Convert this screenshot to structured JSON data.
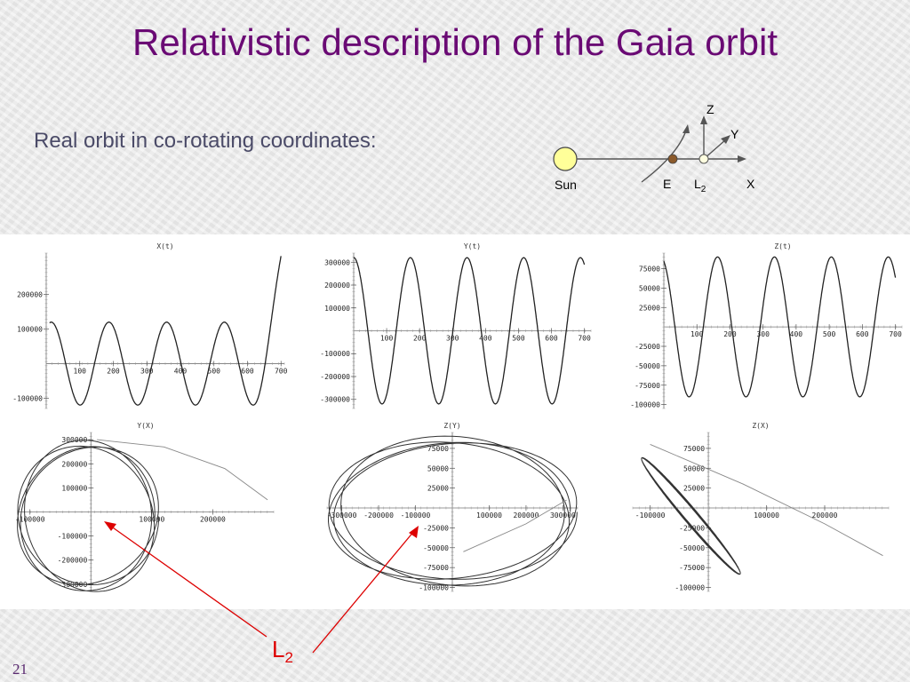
{
  "slide": {
    "title": "Relativistic description of the Gaia orbit",
    "subtitle": "Real orbit in co-rotating coordinates:",
    "page_number": "21"
  },
  "diagram": {
    "sun_label": "Sun",
    "earth_label": "E",
    "l2_label_base": "L",
    "l2_label_sub": "2",
    "x_label": "X",
    "y_label": "Y",
    "z_label": "Z"
  },
  "callout": {
    "label_base": "L",
    "label_sub": "2",
    "color": "#dd0000"
  },
  "colors": {
    "title": "#6a0a74",
    "subtitle": "#4b4b68",
    "sun_fill": "#ffff99"
  },
  "chart_data": [
    {
      "type": "line",
      "title": "X(t)",
      "xlim": [
        0,
        710
      ],
      "ylim": [
        -130000,
        320000
      ],
      "xticks": [
        100,
        200,
        300,
        400,
        500,
        600,
        700
      ],
      "yticks": [
        -100000,
        100000,
        200000
      ],
      "series": [
        {
          "amplitude": 120000,
          "period": 172,
          "phase": -0.55,
          "offset": 0,
          "x_start": 10,
          "x_end": 700
        }
      ]
    },
    {
      "type": "line",
      "title": "Y(t)",
      "xlim": [
        0,
        720
      ],
      "ylim": [
        -340000,
        340000
      ],
      "xticks": [
        100,
        200,
        300,
        400,
        500,
        600,
        700
      ],
      "yticks": [
        -300000,
        -200000,
        -100000,
        100000,
        200000,
        300000
      ],
      "series": [
        {
          "amplitude": 320000,
          "period": 172,
          "phase": 0,
          "offset": 0,
          "x_start": 0,
          "x_end": 700
        }
      ]
    },
    {
      "type": "line",
      "title": "Z(t)",
      "xlim": [
        0,
        720
      ],
      "ylim": [
        -105000,
        95000
      ],
      "xticks": [
        100,
        200,
        300,
        400,
        500,
        600,
        700
      ],
      "yticks": [
        -100000,
        -75000,
        -50000,
        -25000,
        25000,
        50000,
        75000
      ],
      "series": [
        {
          "amplitude": 90000,
          "period": 172,
          "phase": 0.35,
          "offset": 0,
          "x_start": 0,
          "x_end": 700
        }
      ]
    },
    {
      "type": "line",
      "title": "Y(X)",
      "xlim": [
        -120000,
        300000
      ],
      "ylim": [
        -330000,
        330000
      ],
      "xticks": [
        -100000,
        100000,
        200000
      ],
      "yticks": [
        -300000,
        -200000,
        -100000,
        100000,
        200000,
        300000
      ],
      "series": [
        {
          "name": "",
          "kind": "loop",
          "cx": -5000,
          "cy": -20000,
          "rx": 110000,
          "ry": 300000,
          "turns": 4
        },
        {
          "name": "",
          "kind": "tail",
          "points": [
            [
              10000,
              300000
            ],
            [
              120000,
              270000
            ],
            [
              220000,
              180000
            ],
            [
              290000,
              50000
            ]
          ]
        }
      ]
    },
    {
      "type": "line",
      "title": "Z(Y)",
      "xlim": [
        -340000,
        340000
      ],
      "ylim": [
        -105000,
        95000
      ],
      "xticks": [
        -300000,
        -200000,
        -100000,
        100000,
        200000,
        300000
      ],
      "yticks": [
        -100000,
        -75000,
        -50000,
        -25000,
        25000,
        50000,
        75000
      ],
      "series": [
        {
          "name": "",
          "kind": "loop",
          "cx": 0,
          "cy": -5000,
          "rx": 320000,
          "ry": 90000,
          "turns": 4
        },
        {
          "name": "",
          "kind": "tail",
          "points": [
            [
              30000,
              -55000
            ],
            [
              200000,
              -20000
            ],
            [
              310000,
              10000
            ]
          ]
        }
      ]
    },
    {
      "type": "line",
      "title": "Z(X)",
      "xlim": [
        -130000,
        310000
      ],
      "ylim": [
        -105000,
        95000
      ],
      "xticks": [
        -100000,
        100000,
        200000
      ],
      "yticks": [
        -100000,
        -75000,
        -50000,
        -25000,
        25000,
        50000,
        75000
      ],
      "series": [
        {
          "name": "",
          "kind": "diag",
          "turns": 4
        },
        {
          "name": "",
          "kind": "tail",
          "points": [
            [
              -100000,
              80000
            ],
            [
              60000,
              30000
            ],
            [
              200000,
              -20000
            ],
            [
              300000,
              -60000
            ]
          ]
        }
      ]
    }
  ]
}
